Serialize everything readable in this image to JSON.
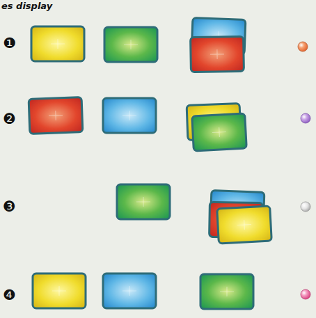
{
  "diagram": {
    "labels": [
      "es display",
      "❶",
      "❷",
      "❸",
      "❹"
    ]
  }
}
